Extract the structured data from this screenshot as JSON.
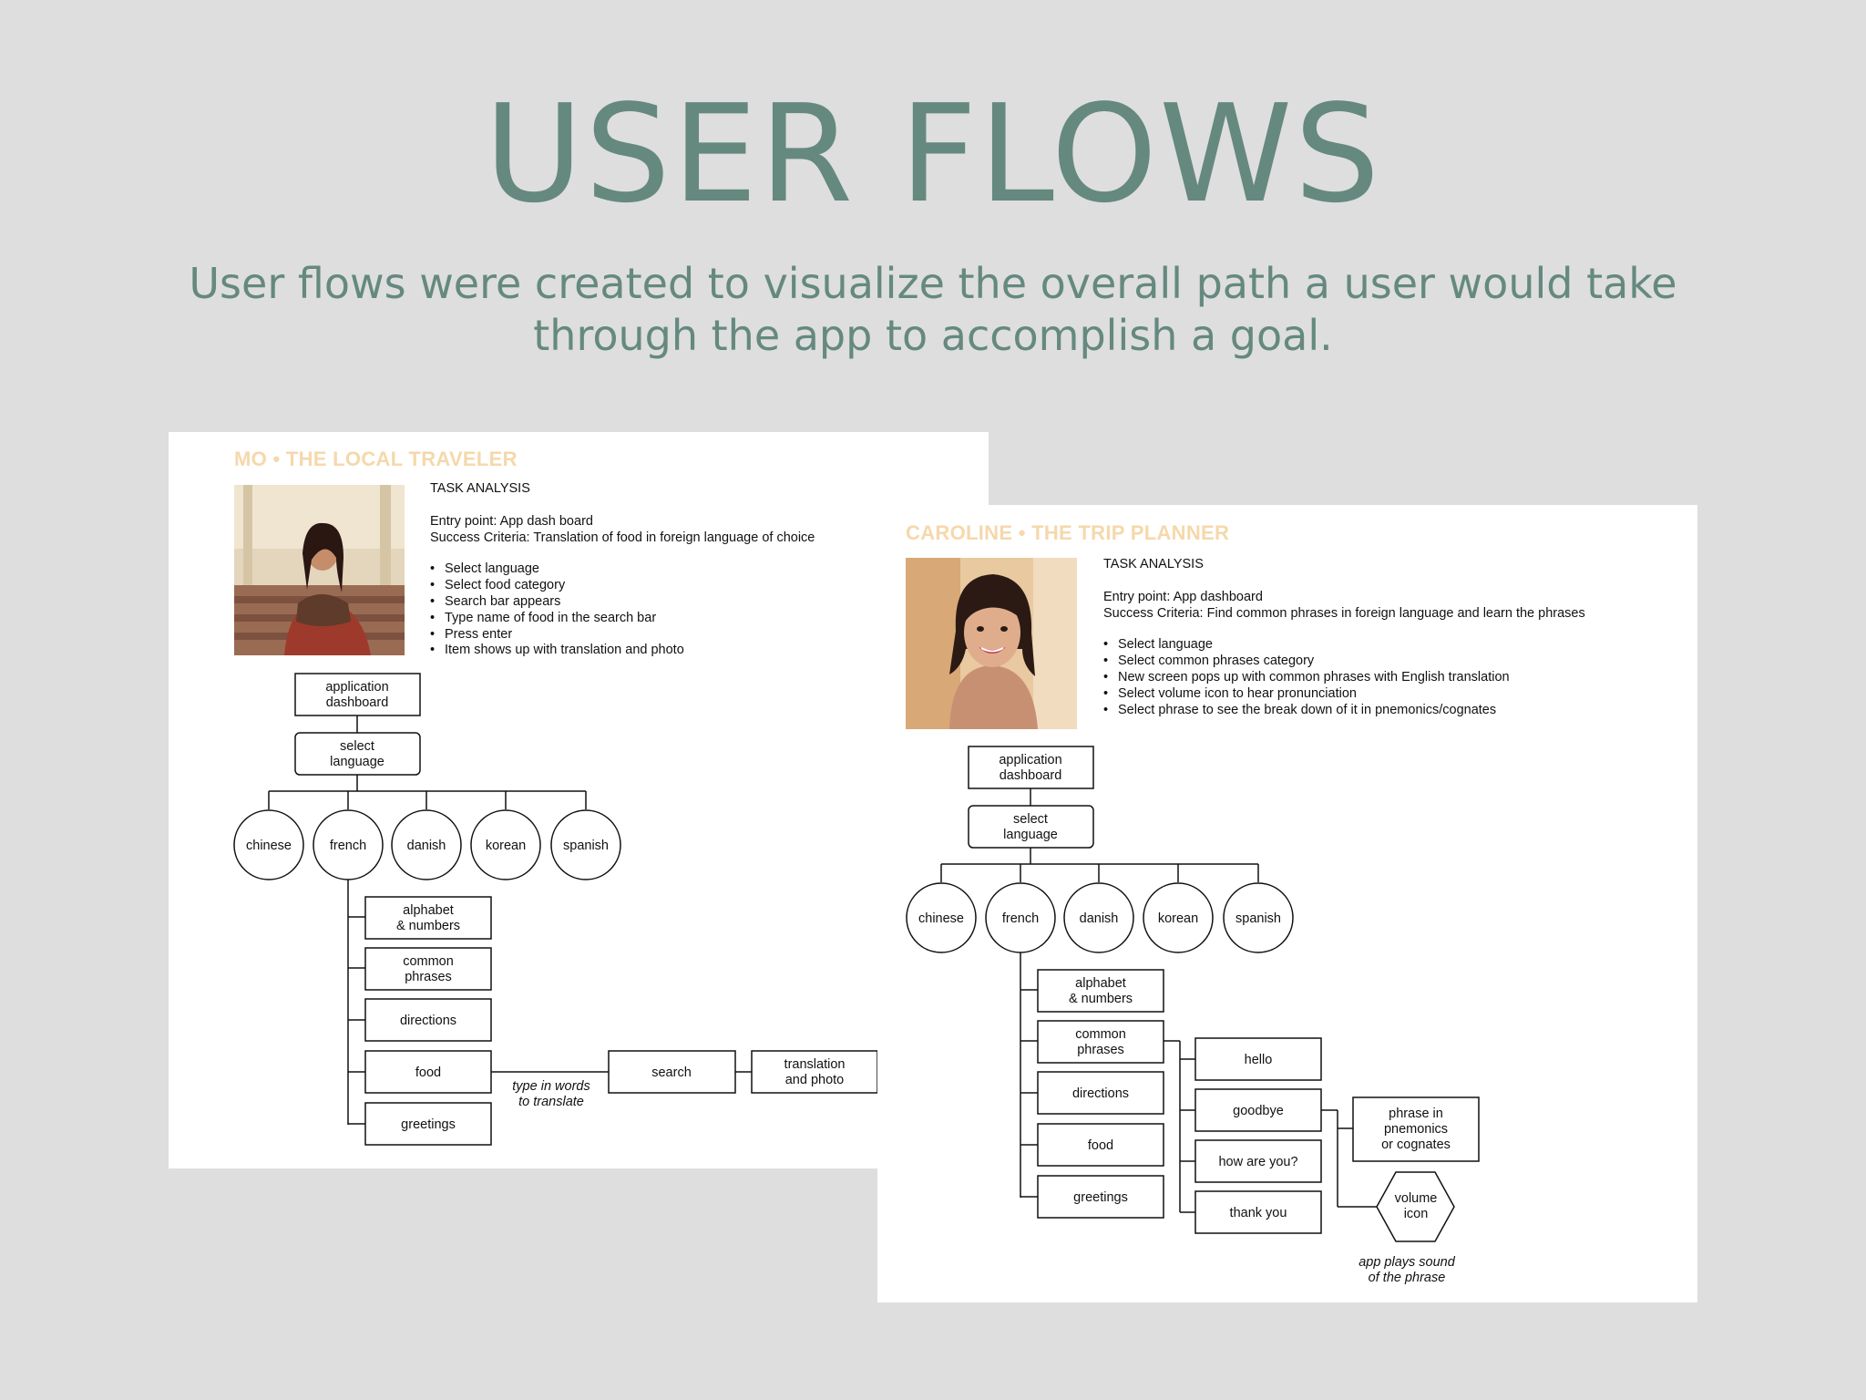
{
  "page": {
    "title": "USER FLOWS",
    "subtitle_line1": "User flows were created to visualize the overall path a user would take",
    "subtitle_line2": "through the app to accomplish a goal."
  },
  "colors": {
    "background": "#dedede",
    "accent": "#65897f",
    "persona_heading": "#f5d8ab",
    "card": "#ffffff"
  },
  "mo": {
    "heading": "MO • THE LOCAL TRAVELER",
    "photo": "woman-portrait-photo",
    "task_analysis": "TASK ANALYSIS",
    "entry_point": "Entry point: App dash board",
    "success_criteria": "Success Criteria: Translation of food in foreign language of choice",
    "steps": [
      "Select language",
      "Select food category",
      "Search bar appears",
      "Type name of food in the search bar",
      "Press enter",
      "Item shows up with translation and photo"
    ],
    "flow": {
      "dashboard": [
        "application",
        "dashboard"
      ],
      "select_language": [
        "select",
        "language"
      ],
      "languages": [
        "chinese",
        "french",
        "danish",
        "korean",
        "spanish"
      ],
      "categories": [
        [
          "alphabet",
          "& numbers"
        ],
        [
          "common",
          "phrases"
        ],
        [
          "directions"
        ],
        [
          "food"
        ],
        [
          "greetings"
        ]
      ],
      "connector_note": [
        "type in words",
        "to translate"
      ],
      "search": "search",
      "result": [
        "translation",
        "and photo"
      ]
    }
  },
  "caroline": {
    "heading": "CAROLINE • THE TRIP PLANNER",
    "photo": "woman-portrait-photo",
    "task_analysis": "TASK ANALYSIS",
    "entry_point": "Entry point: App dashboard",
    "success_criteria": "Success Criteria: Find common phrases in foreign language and learn the phrases",
    "steps": [
      "Select language",
      "Select common phrases category",
      "New screen pops up with common phrases with English translation",
      "Select volume icon to hear pronunciation",
      "Select phrase to see the break down of it in pnemonics/cognates"
    ],
    "flow": {
      "dashboard": [
        "application",
        "dashboard"
      ],
      "select_language": [
        "select",
        "language"
      ],
      "languages": [
        "chinese",
        "french",
        "danish",
        "korean",
        "spanish"
      ],
      "categories": [
        [
          "alphabet",
          "& numbers"
        ],
        [
          "common",
          "phrases"
        ],
        [
          "directions"
        ],
        [
          "food"
        ],
        [
          "greetings"
        ]
      ],
      "phrases": [
        "hello",
        "goodbye",
        "how are you?",
        "thank you"
      ],
      "breakdown": [
        "phrase in",
        "pnemonics",
        "or cognates"
      ],
      "volume": [
        "volume",
        "icon"
      ],
      "sound_note": [
        "app plays sound",
        "of the phrase"
      ]
    }
  }
}
